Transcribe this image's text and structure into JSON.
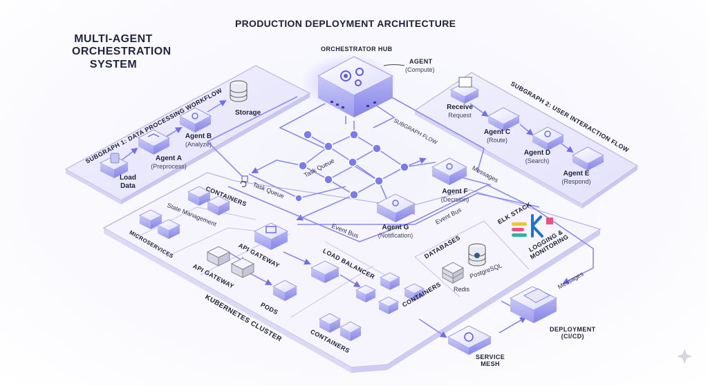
{
  "title": "PRODUCTION DEPLOYMENT ARCHITECTURE",
  "system_name": [
    "MULTI-AGENT",
    "ORCHESTRATION",
    "SYSTEM"
  ],
  "hub": {
    "title": "ORCHESTRATOR HUB",
    "agent": "AGENT",
    "agent_sub": "(Compute)"
  },
  "subgraph1": {
    "title": "SUBGRAPH 1: DATA PROCESSING WORKFLOW",
    "load": [
      "Load",
      "Data"
    ],
    "agent_a": "Agent A",
    "agent_a_sub": "(Preprocess)",
    "agent_b": "Agent B",
    "agent_b_sub": "(Analyze)",
    "storage": "Storage"
  },
  "subgraph2": {
    "title": "SUBGRAPH 2: USER INTERACTION FLOW",
    "receive": "Receive",
    "receive_sub": "Request",
    "agent_c": "Agent C",
    "agent_c_sub": "(Route)",
    "agent_d": "Agent D",
    "agent_d_sub": "(Search)",
    "agent_e": "Agent E",
    "agent_e_sub": "(Respond)"
  },
  "flows": {
    "subgraph_flow": "SUBGRAPH FLOW",
    "task_queue_1": "Task Queue",
    "task_queue_2": "Task Queue",
    "messages_1": "Messages",
    "messages_2": "Messages",
    "event_bus_1": "Event Bus",
    "event_bus_2": "Event Bus",
    "agent_f": "Agent F",
    "agent_f_sub": "(Decision)",
    "agent_g": "Agent G",
    "agent_g_sub": "(Notification)"
  },
  "cluster": {
    "title": "KUBERNETES CLUSTER",
    "containers_top": "CONTAINERS",
    "state_management": "State Management",
    "microservices": "MICROSERVICES",
    "api_gateway_1": "API GATEWAY",
    "api_gateway_2": "API GATEWAY",
    "load_balancer": "LOAD BALANCER",
    "pods": "PODS",
    "containers_mid": "CONTAINERS",
    "containers_bottom": "CONTAINERS",
    "databases": "DATABASES",
    "redis": "Redis",
    "postgres": "PostgreSQL",
    "elk": "ELK STACK",
    "logging": [
      "LOGGING &",
      "MONITORING"
    ]
  },
  "service_mesh": [
    "SERVICE",
    "MESH"
  ],
  "deployment": [
    "DEPLOYMENT",
    "(CI/CD)"
  ],
  "colors": {
    "accent": "#6f6ef0",
    "line": "#8a89f2",
    "panel": "#eceafc",
    "panel_border": "#b9b6e6",
    "node": "#7b7bf0",
    "elk_yellow": "#f3c623",
    "elk_pink": "#ef4f83",
    "elk_teal": "#2bb5a3",
    "elk_blue": "#1f74c9"
  }
}
